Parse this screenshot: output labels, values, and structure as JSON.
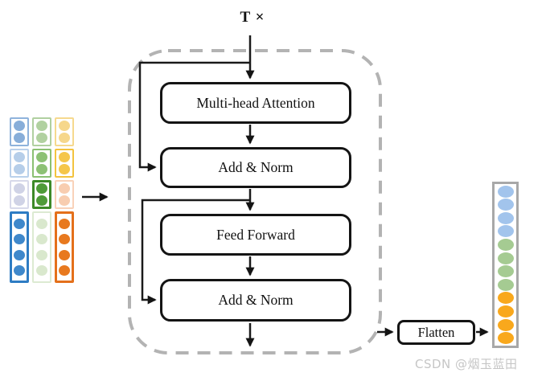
{
  "repeat_label": "T ×",
  "blocks": {
    "multi_head_attention": "Multi-head Attention",
    "add_norm_1": "Add & Norm",
    "feed_forward": "Feed Forward",
    "add_norm_2": "Add & Norm",
    "flatten": "Flatten"
  },
  "colors": {
    "arrow_line": "#1a1a1a",
    "dashed_border": "#b3b3b3",
    "output_border": "#a8a8a8",
    "watermark_text": "#c6c6c6"
  },
  "input_grid": {
    "columns": [
      {
        "name": "blue",
        "cells": [
          {
            "border": "#8fb3dc",
            "fill": "#88aed9",
            "circles": 2,
            "thick": false
          },
          {
            "border": "#bad1eb",
            "fill": "#b6cee9",
            "circles": 2,
            "thick": false
          },
          {
            "border": "#d7d9ea",
            "fill": "#d0d3e6",
            "circles": 2,
            "thick": false
          },
          {
            "border": "#2e7cc3",
            "fill": "#3f88cb",
            "circles": 4,
            "thick": true
          }
        ]
      },
      {
        "name": "green",
        "cells": [
          {
            "border": "#b0d0a0",
            "fill": "#b1d1a0",
            "circles": 2,
            "thick": false
          },
          {
            "border": "#8bc072",
            "fill": "#8dc174",
            "circles": 2,
            "thick": false
          },
          {
            "border": "#3d8a28",
            "fill": "#4f9b39",
            "circles": 2,
            "thick": true
          },
          {
            "border": "#dcead2",
            "fill": "#d9e8cd",
            "circles": 4,
            "thick": false
          }
        ]
      },
      {
        "name": "orange",
        "cells": [
          {
            "border": "#f6d98e",
            "fill": "#f6d78b",
            "circles": 2,
            "thick": false
          },
          {
            "border": "#f3c33e",
            "fill": "#f5c64a",
            "circles": 2,
            "thick": false
          },
          {
            "border": "#f9d2b9",
            "fill": "#f8cdb0",
            "circles": 2,
            "thick": false
          },
          {
            "border": "#e4701b",
            "fill": "#e8791f",
            "circles": 4,
            "thick": true
          }
        ]
      }
    ]
  },
  "output_vector": {
    "segments": [
      {
        "color": "#a2c4ec",
        "count": 4
      },
      {
        "color": "#a5cb92",
        "count": 4
      },
      {
        "color": "#f9a81c",
        "count": 4
      }
    ]
  },
  "watermark": "CSDN @烟玉蓝田"
}
